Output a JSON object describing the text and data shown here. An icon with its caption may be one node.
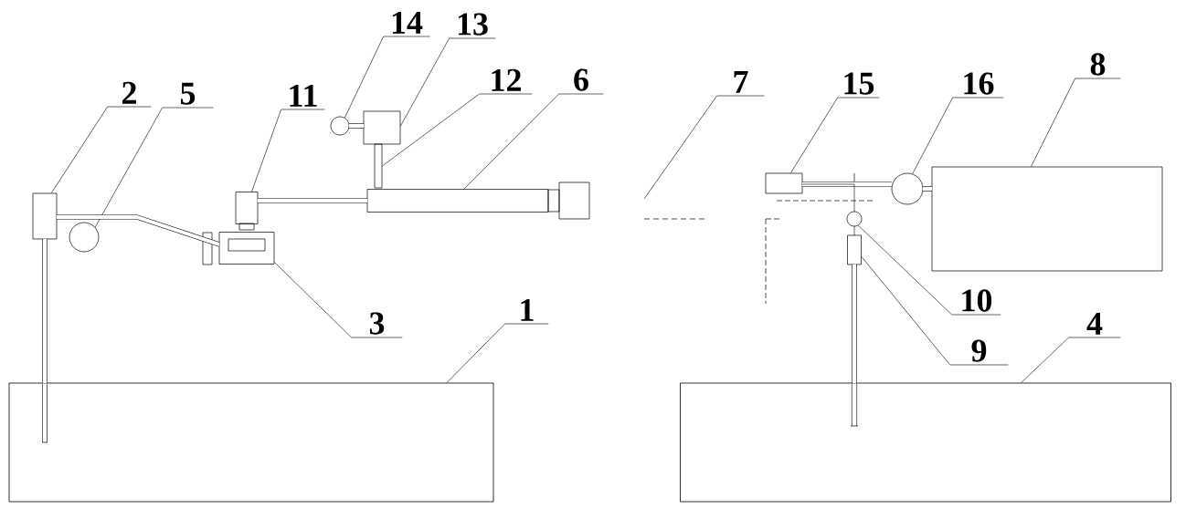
{
  "diagram": {
    "nodes": [
      {
        "text": [
          "2"
        ]
      },
      {
        "text": [
          "5"
        ]
      },
      {
        "text": [
          "11"
        ]
      },
      {
        "text": [
          "14"
        ]
      },
      {
        "text": [
          "13"
        ]
      },
      {
        "text": [
          "12"
        ]
      },
      {
        "text": [
          "6"
        ]
      },
      {
        "text": [
          "7"
        ]
      },
      {
        "text": [
          "15"
        ]
      },
      {
        "text": [
          "16"
        ]
      },
      {
        "text": [
          "8"
        ]
      },
      {
        "text": [
          "3"
        ]
      },
      {
        "text": [
          "1"
        ]
      },
      {
        "text": [
          "10"
        ]
      },
      {
        "text": [
          "9"
        ]
      },
      {
        "text": [
          "4"
        ]
      },
      {
        "text": [],
        "shape": "box"
      },
      {
        "text": [],
        "shape": "box"
      },
      {
        "text": [],
        "shape": "circle"
      },
      {
        "text": [],
        "shape": "box"
      },
      {
        "text": [],
        "shape": "box"
      },
      {
        "text": [],
        "shape": "circle"
      },
      {
        "text": [],
        "shape": "box"
      },
      {
        "text": [],
        "shape": "box"
      },
      {
        "text": [],
        "shape": "box"
      },
      {
        "text": [],
        "shape": "box"
      },
      {
        "text": [],
        "shape": "box"
      },
      {
        "text": [],
        "shape": "circle"
      },
      {
        "text": [],
        "shape": "box"
      },
      {
        "text": [],
        "shape": "circle"
      },
      {
        "text": [],
        "shape": "box"
      }
    ],
    "edges": [
      {
        "from": 0,
        "to": 17,
        "arrow": "none"
      },
      {
        "from": 1,
        "to": 18,
        "arrow": "none"
      },
      {
        "from": 2,
        "to": 20,
        "arrow": "none"
      },
      {
        "from": 3,
        "to": 21,
        "arrow": "none"
      },
      {
        "from": 4,
        "to": 22,
        "arrow": "none"
      },
      {
        "from": 5,
        "to": 24,
        "arrow": "none"
      },
      {
        "from": 6,
        "to": 23,
        "arrow": "none"
      },
      {
        "from": 7,
        "to": null,
        "arrow": "none"
      },
      {
        "from": 8,
        "to": 26,
        "arrow": "none"
      },
      {
        "from": 9,
        "to": 29,
        "arrow": "none"
      },
      {
        "from": 10,
        "to": 30,
        "arrow": "none"
      },
      {
        "from": 11,
        "to": 19,
        "arrow": "none"
      },
      {
        "from": 12,
        "to": 16,
        "arrow": "none"
      },
      {
        "from": 13,
        "to": 27,
        "arrow": "none"
      },
      {
        "from": 14,
        "to": 28,
        "arrow": "none"
      },
      {
        "from": 15,
        "to": 25,
        "arrow": "none"
      },
      {
        "from": 17,
        "to": 16,
        "arrow": "none",
        "style": "thick"
      },
      {
        "from": 17,
        "to": 19,
        "arrow": "none",
        "style": "thick"
      },
      {
        "from": 20,
        "to": 23,
        "arrow": "none",
        "style": "thick"
      },
      {
        "from": 21,
        "to": 22,
        "arrow": "none",
        "style": "thick"
      },
      {
        "from": 26,
        "to": 29,
        "arrow": "none",
        "style": "thick"
      },
      {
        "from": 29,
        "to": 30,
        "arrow": "none",
        "style": "thick"
      },
      {
        "from": 27,
        "to": 28,
        "arrow": "none"
      },
      {
        "from": 28,
        "to": 25,
        "arrow": "none",
        "style": "thick"
      },
      {
        "from": 26,
        "to": 27,
        "arrow": "none"
      }
    ]
  }
}
